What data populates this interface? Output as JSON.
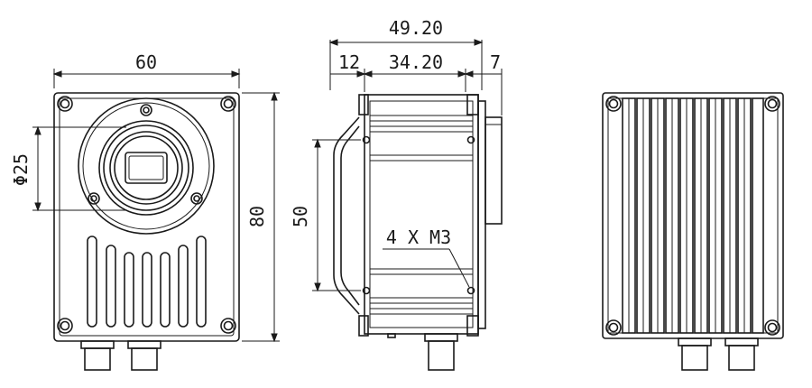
{
  "dimensions": {
    "front_width": "60",
    "front_height": "80",
    "lens_diameter": "Φ25",
    "side_total_depth": "49.20",
    "side_front_depth": "12",
    "side_body_depth": "34.20",
    "side_lens_depth": "7",
    "side_mount_height": "50",
    "mount_holes": "4 X M3"
  },
  "colors": {
    "line": "#1a1a1a",
    "background": "#ffffff"
  }
}
